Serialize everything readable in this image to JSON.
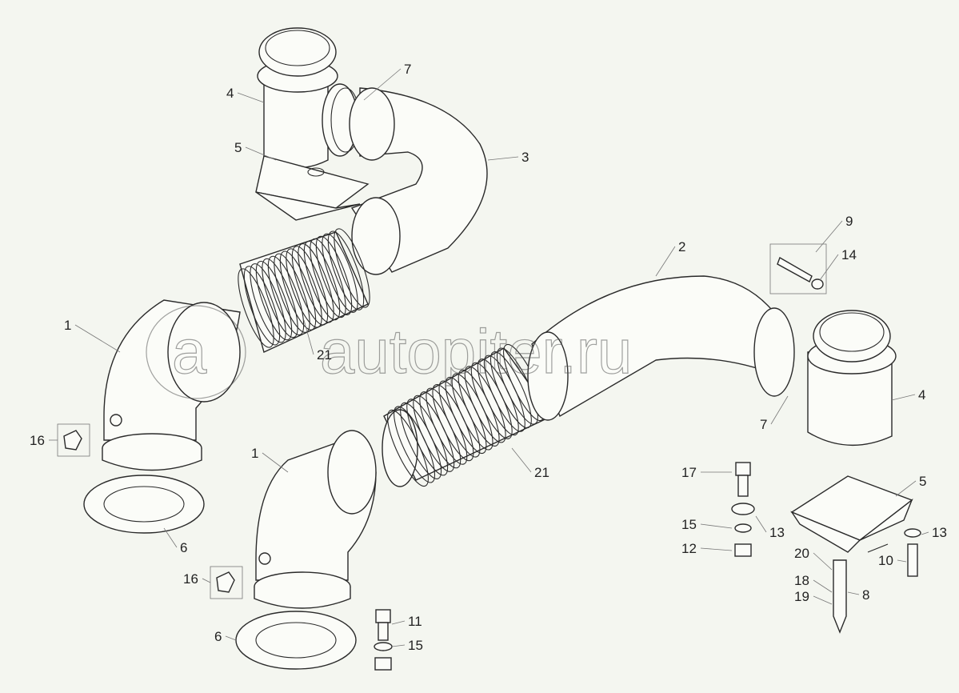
{
  "watermark": {
    "text": "autopiter.ru",
    "logo_letter": "a"
  },
  "callouts": [
    "7",
    "4",
    "5",
    "3",
    "9",
    "14",
    "2",
    "1",
    "21",
    "16",
    "7",
    "4",
    "1",
    "21",
    "17",
    "5",
    "15",
    "13",
    "13",
    "12",
    "20",
    "10",
    "18",
    "19",
    "8",
    "6",
    "16",
    "11",
    "6",
    "15"
  ],
  "colors": {
    "background": "#f4f6f0",
    "line": "#2a2a2a"
  }
}
